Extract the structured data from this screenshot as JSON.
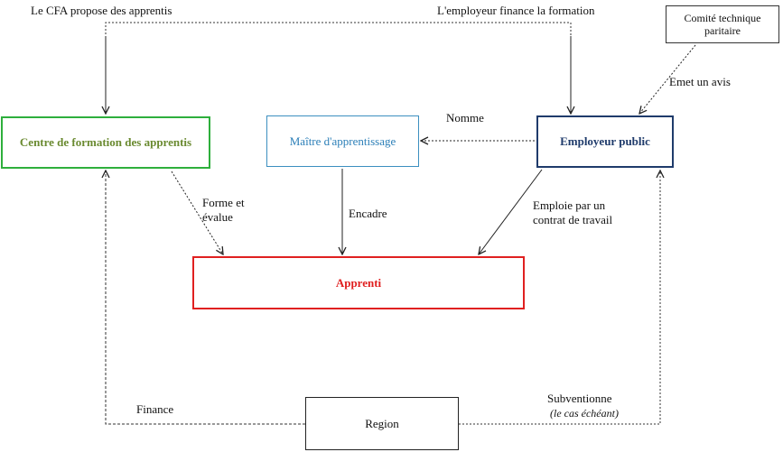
{
  "boxes": {
    "cfa": "Centre de formation des apprentis",
    "maitre": "Maître d'apprentissage",
    "employeur": "Employeur public",
    "apprenti": "Apprenti",
    "comite": "Comité technique paritaire",
    "region": "Region"
  },
  "labels": {
    "cfa_propose": "Le CFA propose des apprentis",
    "employeur_finance": "L'employeur finance la formation",
    "emet_avis": "Emet un avis",
    "nomme": "Nomme",
    "forme_evalue": "Forme et évalue",
    "encadre": "Encadre",
    "emploie": "Emploie par un contrat de travail",
    "finance": "Finance",
    "subventionne": "Subventionne",
    "le_cas_echeant": "(le cas échéant)"
  },
  "colors": {
    "cfa_border": "#2eaf3c",
    "cfa_text": "#6a8a30",
    "maitre": "#2c7fb8",
    "employeur": "#1f3b6b",
    "apprenti": "#e02020"
  }
}
